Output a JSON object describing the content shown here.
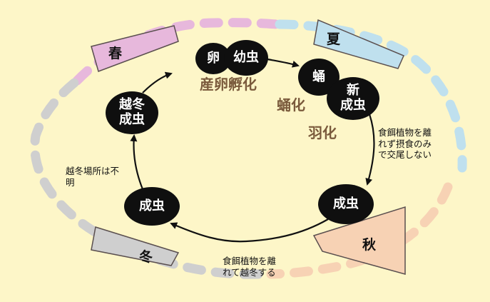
{
  "seasons": {
    "spring": "春",
    "summer": "夏",
    "autumn": "秋",
    "winter": "冬"
  },
  "nodes": {
    "egg": "卵",
    "larva": "幼虫",
    "pupa": "蛹",
    "new_adult_line1": "新",
    "new_adult_line2": "成虫",
    "adult_autumn": "成虫",
    "adult_winter": "成虫",
    "overwinter_line1": "越冬",
    "overwinter_line2": "成虫"
  },
  "stage_labels": {
    "lay_hatch": "産卵孵化",
    "pupation": "蛹化",
    "emergence": "羽化"
  },
  "notes": {
    "summer_note": "食餌植物を離れず摂食のみで交尾しない",
    "autumn_note": "食餌植物を離れて越冬する",
    "winter_place": "越冬場所は不明"
  },
  "colors": {
    "background": "#fdf6c8",
    "spring": "#e7b8dc",
    "summer": "#bfe0ee",
    "autumn": "#f7d2b4",
    "winter": "#cfcfcf",
    "node": "#0f0f0f",
    "stage_text": "#7a5a3c"
  }
}
